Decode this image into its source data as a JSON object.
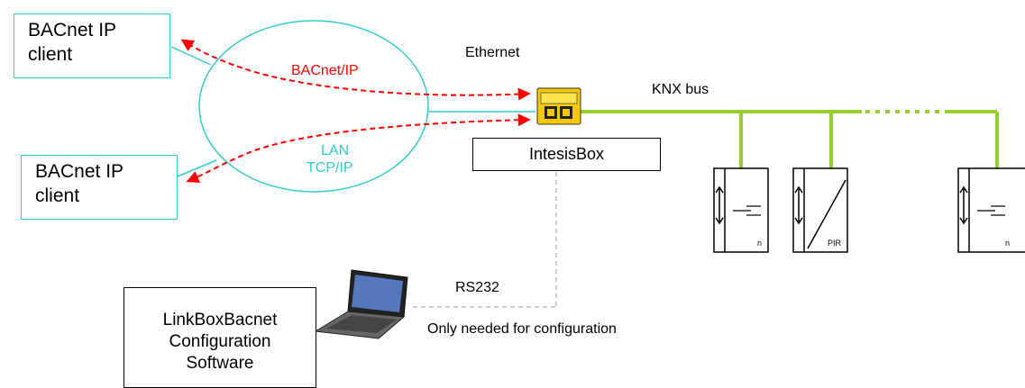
{
  "clients": [
    {
      "line1": "BACnet IP",
      "line2": "client"
    },
    {
      "line1": "BACnet IP",
      "line2": "client"
    }
  ],
  "network": {
    "ethernet_label": "Ethernet",
    "protocol_label": "BACnet/IP",
    "lan_label": "LAN",
    "tcpip_label": "TCP/IP"
  },
  "gateway": {
    "label": "IntesisBox"
  },
  "bus": {
    "label": "KNX bus"
  },
  "devices": [
    {
      "icon": "push-button-icon",
      "sub_label": "n"
    },
    {
      "icon": "pir-sensor-icon",
      "sub_label": "PIR"
    },
    {
      "icon": "push-button-icon",
      "sub_label": "n"
    }
  ],
  "serial": {
    "link_label": "RS232",
    "note": "Only needed for configuration"
  },
  "software": {
    "line1": "LinkBoxBacnet",
    "line2": "Configuration",
    "line3": "Software"
  },
  "colors": {
    "network": "#33cccc",
    "protocol": "#ff0000",
    "bus": "#99cc33",
    "gateway": "#ffdd00",
    "serial": "#bbbbbb"
  }
}
